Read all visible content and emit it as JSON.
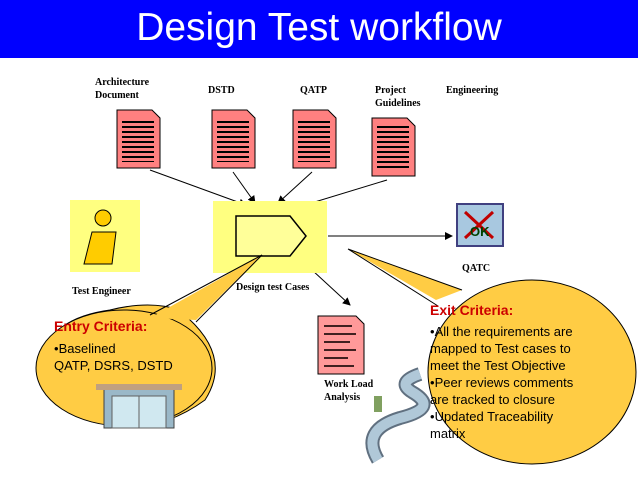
{
  "title": "Design Test workflow",
  "colors": {
    "title_bar": "#0000ff",
    "title_text": "#ffffff",
    "callout_fill": "#ffcc44",
    "criteria_title": "#cc0000",
    "document_fill": "#ff8080"
  },
  "inputs": {
    "architecture_doc": [
      "Architecture",
      "Document"
    ],
    "dstd": "DSTD",
    "qatp": "QATP",
    "project_guidelines": [
      "Project",
      "Guidelines"
    ],
    "engineering": "Engineering"
  },
  "actors": {
    "test_engineer": "Test Engineer",
    "design_test_cases": "Design test Cases",
    "qatc": "QATC",
    "work_load_analysis": [
      "Work Load",
      "Analysis"
    ]
  },
  "entry_criteria": {
    "heading": "Entry Criteria:",
    "bullet": "•",
    "items": [
      "Baselined",
      "QATP, DSRS, DSTD"
    ]
  },
  "exit_criteria": {
    "heading": "Exit Criteria:",
    "bullet": "•",
    "lines": [
      "All the requirements are",
      "mapped to Test cases to",
      "meet the Test Objective",
      "Peer reviews comments",
      "are tracked to closure",
      "Updated Traceability",
      "matrix"
    ]
  },
  "icons": [
    "document-icon",
    "test-engineer-icon",
    "process-arrow-icon",
    "qatc-ok-icon",
    "work-load-document-icon",
    "door-entry-icon",
    "winding-road-icon"
  ]
}
